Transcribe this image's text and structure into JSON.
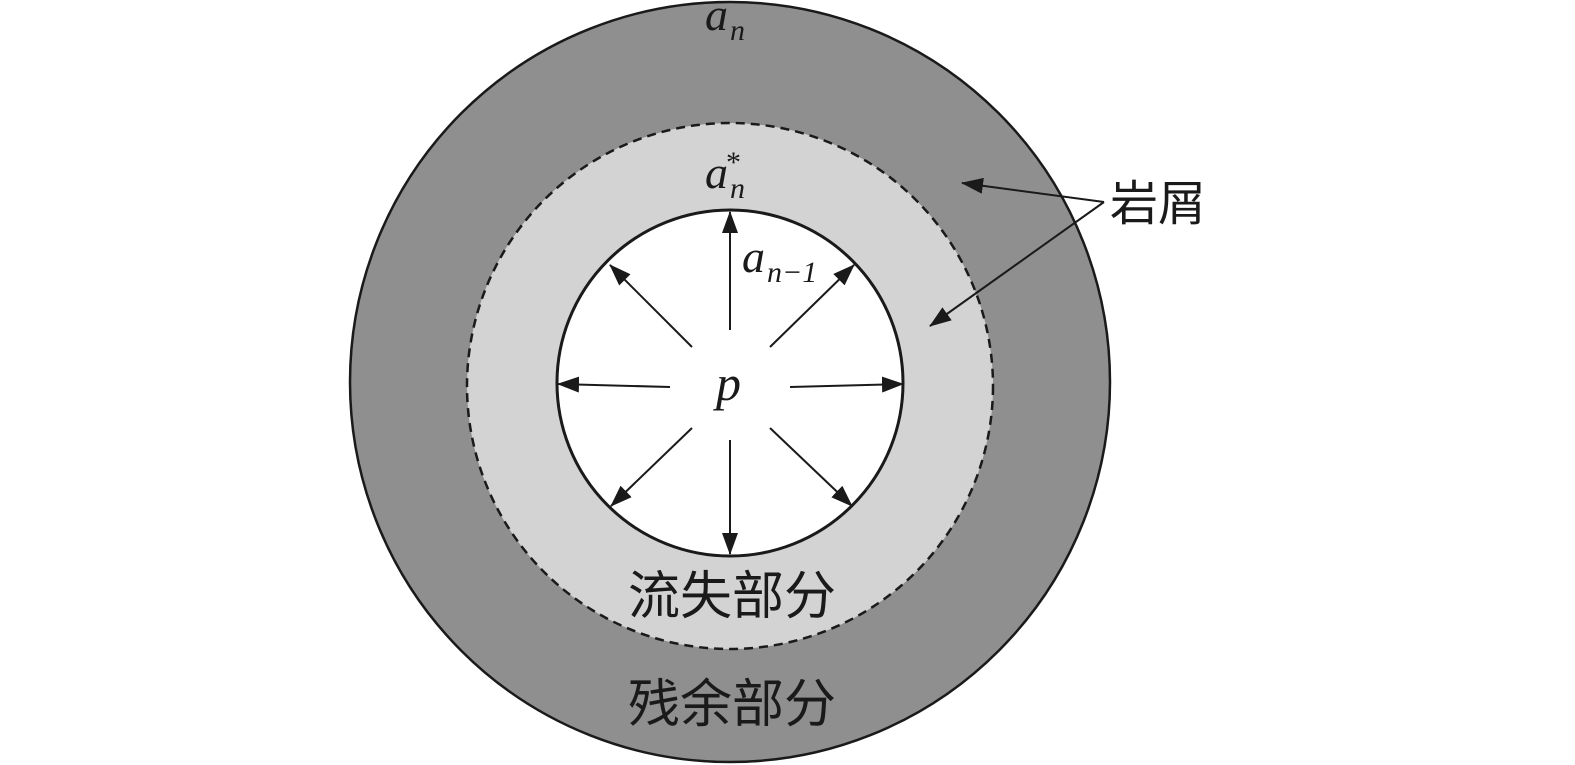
{
  "colors": {
    "residual_fill": "#908f90",
    "lost_fill": "#d3d3d3",
    "cavity_fill": "#ffffff",
    "stroke": "#1a1a1a"
  },
  "labels": {
    "outer_radius": {
      "base": "a",
      "sub": "n"
    },
    "lost_radius": {
      "base": "a",
      "sub": "n",
      "sup": "*"
    },
    "inner_radius": {
      "base": "a",
      "sub": "n−1"
    },
    "pressure": "p",
    "debris": "岩屑",
    "lost_part": "流失部分",
    "residual_part": "残余部分"
  }
}
